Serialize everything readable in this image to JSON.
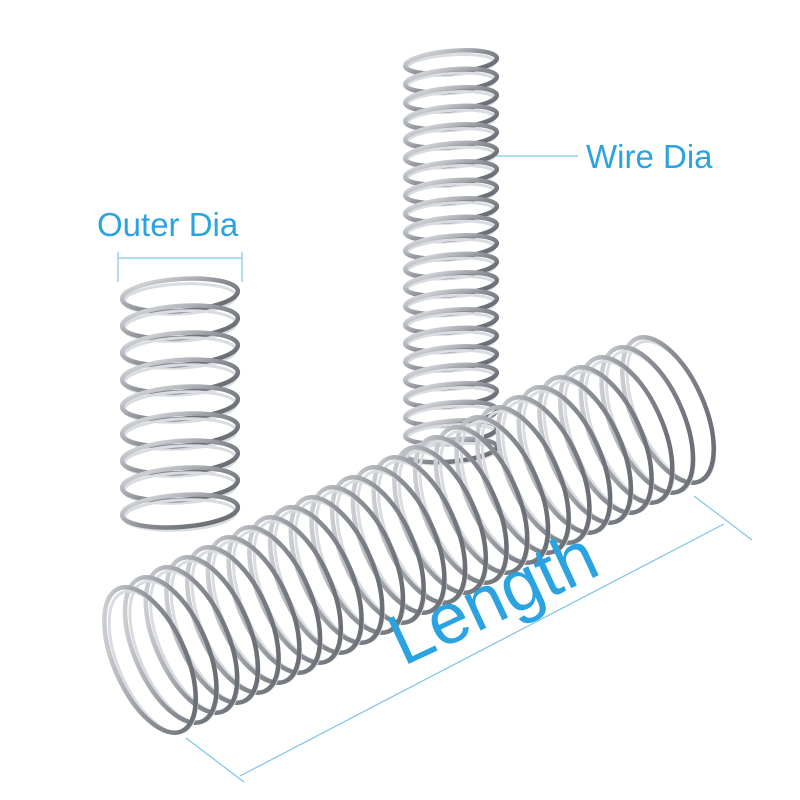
{
  "labels": {
    "outer_dia": "Outer Dia",
    "wire_dia": "Wire Dia",
    "length": "Length"
  },
  "colors": {
    "label": "#2aa3e0",
    "guide": "#7fc4ea",
    "spring_dark": "#6f737a",
    "spring_light": "#d9dce0",
    "background": "#ffffff"
  }
}
